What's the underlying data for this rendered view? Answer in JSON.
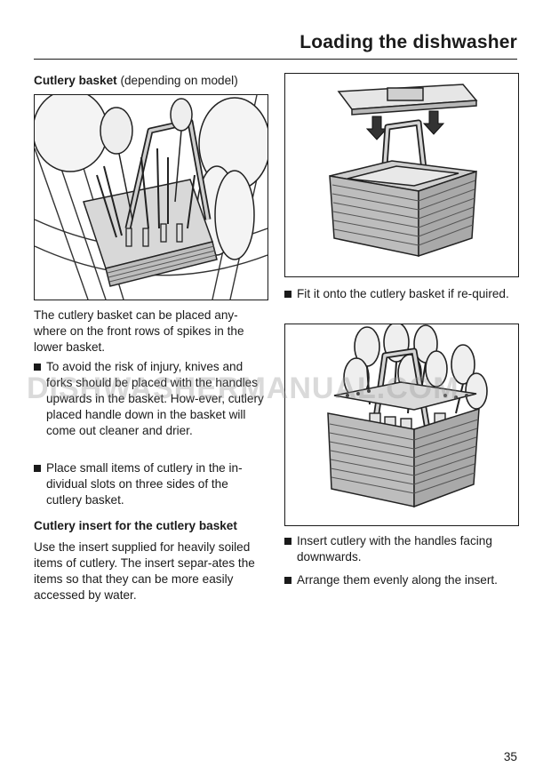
{
  "header": {
    "title": "Loading the dishwasher"
  },
  "left_column": {
    "section_heading_bold": "Cutlery basket",
    "section_heading_rest": " (depending on model)",
    "intro_text": "The cutlery basket can be placed any-where on the front rows of spikes in the lower basket.",
    "bullets": [
      "To avoid the risk of injury, knives and forks should be placed with the handles upwards in the basket. How-ever, cutlery placed handle down in the basket will come out cleaner and drier.",
      "Place small items of cutlery in the in-dividual slots on three sides of the cutlery basket."
    ],
    "subheading": "Cutlery insert for the cutlery basket",
    "insert_text": "Use the insert supplied for heavily soiled items of cutlery. The insert separ-ates the items so that they can be more easily accessed by water."
  },
  "right_column": {
    "fit_bullet": "Fit it onto the cutlery basket if re-quired.",
    "bottom_bullets": [
      "Insert cutlery with the handles facing downwards.",
      "Arrange them evenly along the insert."
    ]
  },
  "watermark": "DISHWASHERMANUAL.COM",
  "footer": {
    "page_number": "35"
  }
}
